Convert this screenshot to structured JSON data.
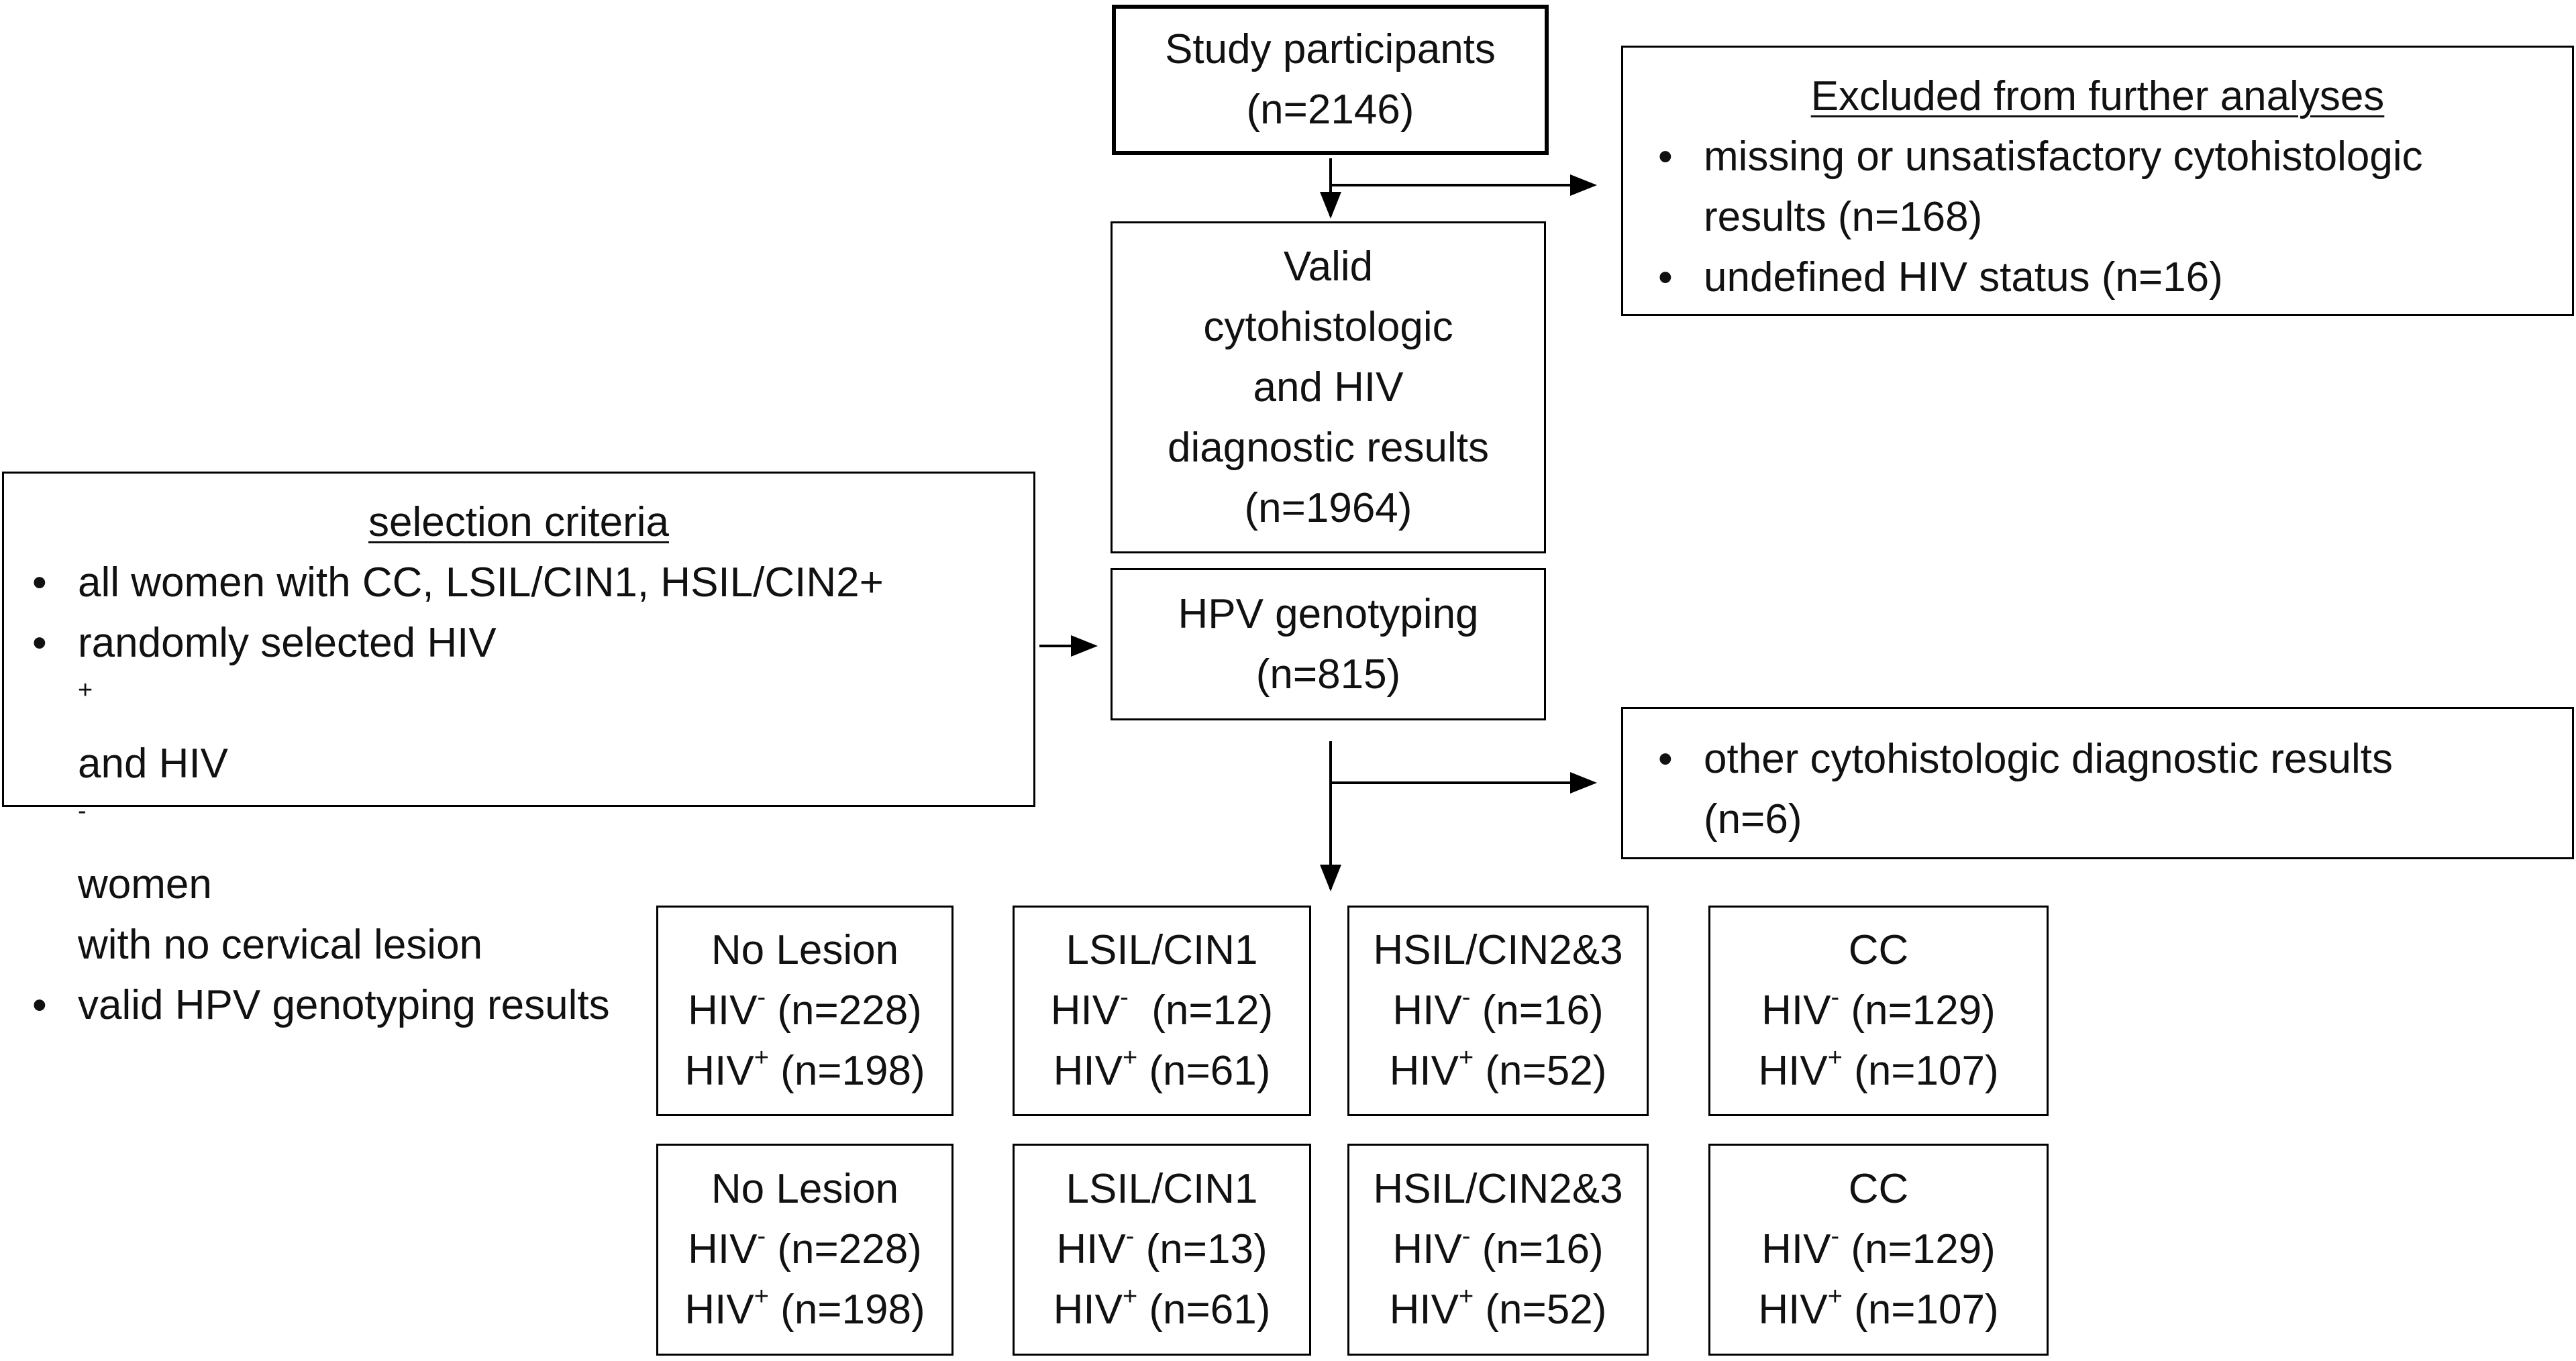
{
  "study": {
    "lines": [
      "Study participants",
      "(n=2146)"
    ]
  },
  "excluded": {
    "heading": "Excluded from further analyses",
    "items": [
      [
        "missing or unsatisfactory cytohistologic",
        "results (n=168)"
      ],
      [
        "undefined HIV status (n=16)"
      ]
    ]
  },
  "valid": {
    "lines": [
      "Valid",
      "cytohistologic",
      "and HIV",
      "diagnostic results",
      "(n=1964)"
    ]
  },
  "selection": {
    "heading": "selection criteria",
    "item1": "all women with CC, LSIL/CIN1, HSIL/CIN2+",
    "item2_line1_a": "randomly selected HIV",
    "item2_sup1": "+",
    "item2_line1_b": " and HIV",
    "item2_sup2": "-",
    "item2_line1_c": " women",
    "item2_line2": "with no cervical lesion",
    "item3": "valid HPV genotyping results"
  },
  "genotyping": {
    "lines": [
      "HPV genotyping",
      "(n=815)"
    ]
  },
  "other": {
    "item": [
      "other cytohistologic diagnostic results",
      "(n=6)"
    ]
  },
  "hiv": {
    "prefix": "HIV",
    "neg": "-",
    "pos": "+"
  },
  "rows": [
    [
      {
        "title": "No Lesion",
        "neg": " (n=228)",
        "pos": " (n=198)"
      },
      {
        "title": "LSIL/CIN1",
        "neg": "  (n=12)",
        "pos": " (n=61)"
      },
      {
        "title": "HSIL/CIN2&3",
        "neg": " (n=16)",
        "pos": " (n=52)"
      },
      {
        "title": "CC",
        "neg": " (n=129)",
        "pos": " (n=107)"
      }
    ],
    [
      {
        "title": "No Lesion",
        "neg": " (n=228)",
        "pos": " (n=198)"
      },
      {
        "title": "LSIL/CIN1",
        "neg": " (n=13)",
        "pos": " (n=61)"
      },
      {
        "title": "HSIL/CIN2&3",
        "neg": " (n=16)",
        "pos": " (n=52)"
      },
      {
        "title": "CC",
        "neg": " (n=129)",
        "pos": " (n=107)"
      }
    ]
  ]
}
